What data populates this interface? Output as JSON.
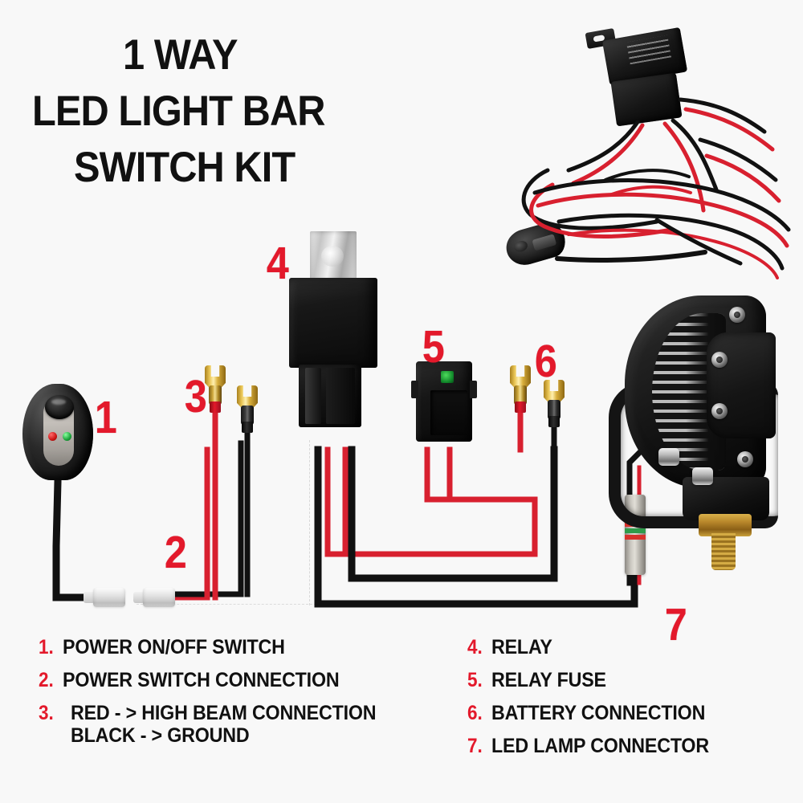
{
  "title": {
    "line1": "1 WAY",
    "line2": "LED LIGHT BAR",
    "line3": "SWITCH KIT"
  },
  "callouts": [
    {
      "id": "1",
      "label": "1"
    },
    {
      "id": "2",
      "label": "2"
    },
    {
      "id": "3",
      "label": "3"
    },
    {
      "id": "4",
      "label": "4"
    },
    {
      "id": "5",
      "label": "5"
    },
    {
      "id": "6",
      "label": "6"
    },
    {
      "id": "7",
      "label": "7"
    }
  ],
  "legend": {
    "left": [
      {
        "num": "1.",
        "text": "POWER ON/OFF SWITCH",
        "sub": ""
      },
      {
        "num": "2.",
        "text": "POWER SWITCH CONNECTION",
        "sub": ""
      },
      {
        "num": "3.",
        "text": "RED - > HIGH BEAM CONNECTION",
        "sub": "BLACK - > GROUND"
      }
    ],
    "right": [
      {
        "num": "4.",
        "text": "RELAY",
        "sub": ""
      },
      {
        "num": "5.",
        "text": "RELAY FUSE",
        "sub": ""
      },
      {
        "num": "6.",
        "text": "BATTERY CONNECTION",
        "sub": ""
      },
      {
        "num": "7.",
        "text": "LED LAMP CONNECTOR",
        "sub": ""
      }
    ]
  },
  "components": {
    "switch": "power-on-off-switch",
    "switch_connector": "power-switch-connection",
    "fork_terminals_high_beam": "red-high-beam-black-ground-forks",
    "relay": "relay",
    "relay_fuse": "relay-fuse",
    "battery_forks": "battery-connection-forks",
    "lamp_connector": "led-lamp-connector",
    "led_lamp": "led-light-bar-lamp",
    "harness_photo": "wiring-harness-photo"
  },
  "colors": {
    "accent_red": "#e3192b",
    "text_black": "#111111",
    "background": "#f8f8f8",
    "wire_red": "#e3192b",
    "wire_black": "#111111",
    "led_indicator_red": "#cc1414",
    "led_indicator_green": "#1aa33a",
    "fuse_green": "#11872a",
    "terminal_gold": "#d8ae3c",
    "connector_white": "#e3e3e3",
    "connector_gray": "#c9c6bf"
  }
}
